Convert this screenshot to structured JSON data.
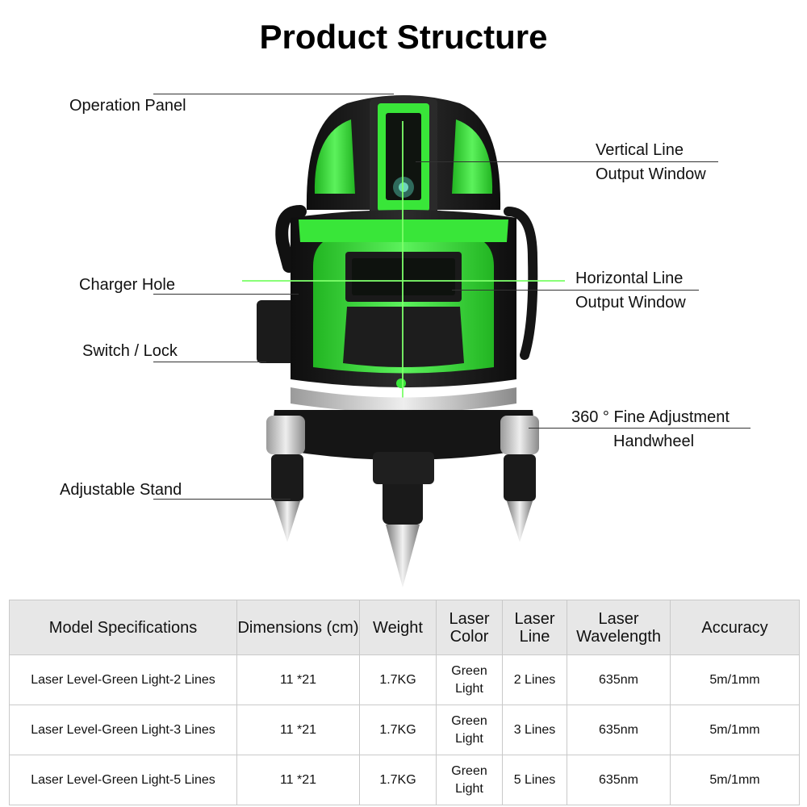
{
  "title": "Product Structure",
  "callouts": {
    "operation_panel": "Operation Panel",
    "charger_hole": "Charger Hole",
    "switch_lock": "Switch / Lock",
    "adjustable_stand": "Adjustable Stand",
    "vertical_line_1": "Vertical Line",
    "vertical_line_2": "Output Window",
    "horizontal_line_1": "Horizontal Line",
    "horizontal_line_2": "Output Window",
    "handwheel_1": "360 ° Fine Adjustment",
    "handwheel_2": "Handwheel"
  },
  "colors": {
    "accent_green": "#39e639",
    "body_black": "#1c1c1c",
    "laser_green": "#7dff6a"
  },
  "table": {
    "headers": [
      "Model Specifications",
      "Dimensions (cm)",
      "Weight",
      "Laser Color",
      "Laser Line",
      "Laser Wavelength",
      "Accuracy"
    ],
    "rows": [
      [
        "Laser Level-Green Light-2 Lines",
        "11 *21",
        "1.7KG",
        "Green Light",
        "2 Lines",
        "635nm",
        "5m/1mm"
      ],
      [
        "Laser Level-Green Light-3 Lines",
        "11 *21",
        "1.7KG",
        "Green Light",
        "3 Lines",
        "635nm",
        "5m/1mm"
      ],
      [
        "Laser Level-Green Light-5 Lines",
        "11 *21",
        "1.7KG",
        "Green Light",
        "5 Lines",
        "635nm",
        "5m/1mm"
      ]
    ]
  }
}
